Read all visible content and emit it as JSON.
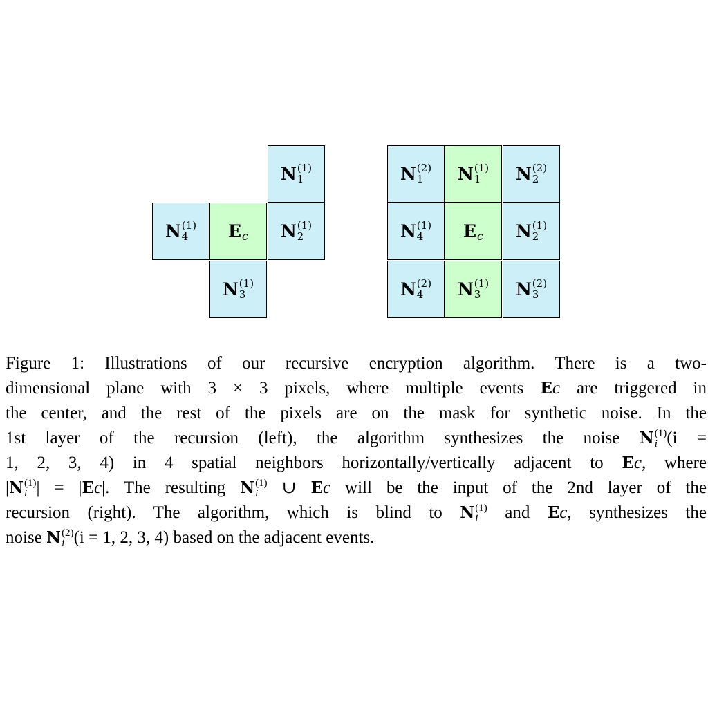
{
  "left_diagram": {
    "cells": [
      {
        "id": "n1",
        "base": "N",
        "sup": "(1)",
        "sub": "1",
        "color": "#cdeff8"
      },
      {
        "id": "n4",
        "base": "N",
        "sup": "(1)",
        "sub": "4",
        "color": "#cdeff8"
      },
      {
        "id": "ec",
        "base": "E",
        "sub": "c",
        "color": "#ccffcc"
      },
      {
        "id": "n2",
        "base": "N",
        "sup": "(1)",
        "sub": "2",
        "color": "#cdeff8"
      },
      {
        "id": "n3",
        "base": "N",
        "sup": "(1)",
        "sub": "3",
        "color": "#cdeff8"
      }
    ]
  },
  "right_diagram": {
    "cells": [
      {
        "id": "r1",
        "base": "N",
        "sup": "(2)",
        "sub": "1",
        "color": "#cdeff8"
      },
      {
        "id": "r2",
        "base": "N",
        "sup": "(1)",
        "sub": "1",
        "color": "#ccffcc"
      },
      {
        "id": "r3",
        "base": "N",
        "sup": "(2)",
        "sub": "2",
        "color": "#cdeff8"
      },
      {
        "id": "r4",
        "base": "N",
        "sup": "(1)",
        "sub": "4",
        "color": "#cdeff8"
      },
      {
        "id": "r5",
        "base": "E",
        "sub": "c",
        "color": "#ccffcc"
      },
      {
        "id": "r6",
        "base": "N",
        "sup": "(1)",
        "sub": "2",
        "color": "#cdeff8"
      },
      {
        "id": "r7",
        "base": "N",
        "sup": "(2)",
        "sub": "4",
        "color": "#cdeff8"
      },
      {
        "id": "r8",
        "base": "N",
        "sup": "(1)",
        "sub": "3",
        "color": "#ccffcc"
      },
      {
        "id": "r9",
        "base": "N",
        "sup": "(2)",
        "sub": "3",
        "color": "#cdeff8"
      }
    ]
  },
  "caption": {
    "l1a": "Figure 1: Illustrations of our recursive encryption algorithm. There is a two-",
    "l2a": "dimensional plane with 3 × 3 pixels, where multiple events ",
    "l2b": " are triggered in",
    "l3": "the center, and the rest of the pixels are on the mask for synthetic noise. In the",
    "l4a": "1st layer of the recursion (left), the algorithm synthesizes the noise ",
    "l4b": "(i =",
    "l5a": "1, 2, 3, 4) in 4 spatial neighbors horizontally/vertically adjacent to ",
    "l5b": ", where",
    "l6a": "| = |",
    "l6b": "|. The resulting ",
    "l6c": " ∪ ",
    "l6d": " will be the input of the 2nd layer of the",
    "l7a": "recursion (right). The algorithm, which is blind to ",
    "l7b": " and ",
    "l7c": ", synthesizes the",
    "l8a": "noise ",
    "l8b": "(i = 1, 2, 3, 4) based on the adjacent events."
  }
}
